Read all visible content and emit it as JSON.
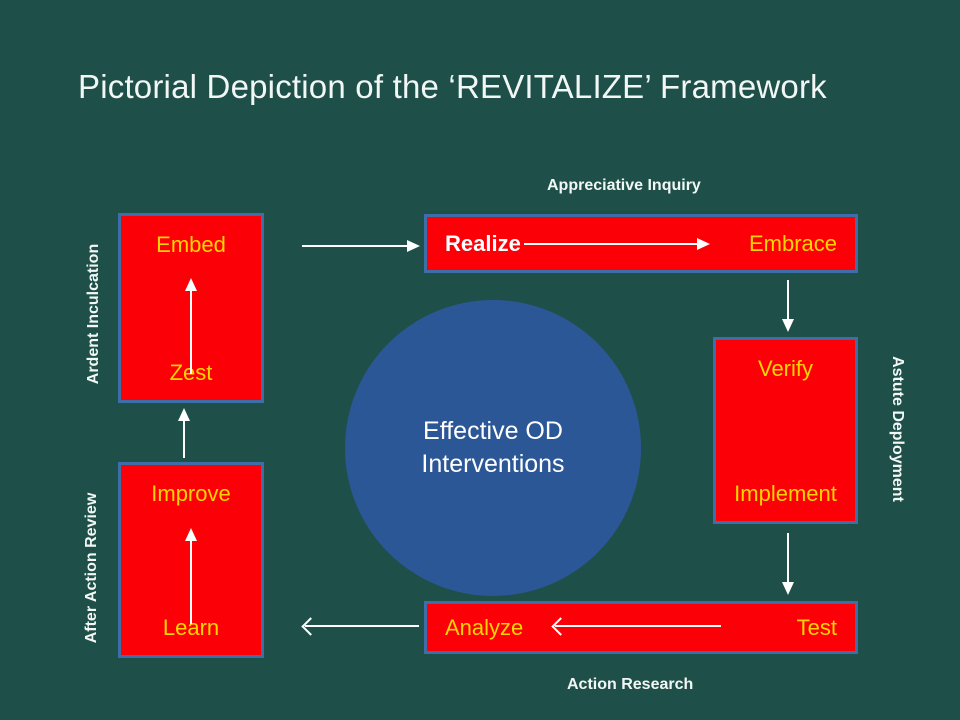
{
  "slide": {
    "title": "Pictorial Depiction of the ‘REVITALIZE’ Framework",
    "background_color": "#1e5049",
    "box_fill_color": "#fb0007",
    "box_border_color": "#3d6ea8",
    "box_label_color": "#ffd400",
    "circle_color": "#2b5797",
    "text_color": "#f2f7f6",
    "arrow_color": "#ffffff"
  },
  "centre": {
    "text": "Effective OD\nInterventions"
  },
  "boxes": {
    "embed_zest": {
      "top_label": "Embed",
      "bottom_label": "Zest"
    },
    "improve_learn": {
      "top_label": "Improve",
      "bottom_label": "Learn"
    },
    "realize_embrace": {
      "left_label": "Realize",
      "right_label": "Embrace"
    },
    "verify_implement": {
      "top_label": "Verify",
      "bottom_label": "Implement"
    },
    "analyze_test": {
      "left_label": "Analyze",
      "right_label": "Test"
    }
  },
  "captions": {
    "top": "Appreciative Inquiry",
    "bottom": "Action Research",
    "left_upper": "Ardent Inculcation",
    "left_lower": "After Action Review",
    "right": "Astute Deployment"
  }
}
